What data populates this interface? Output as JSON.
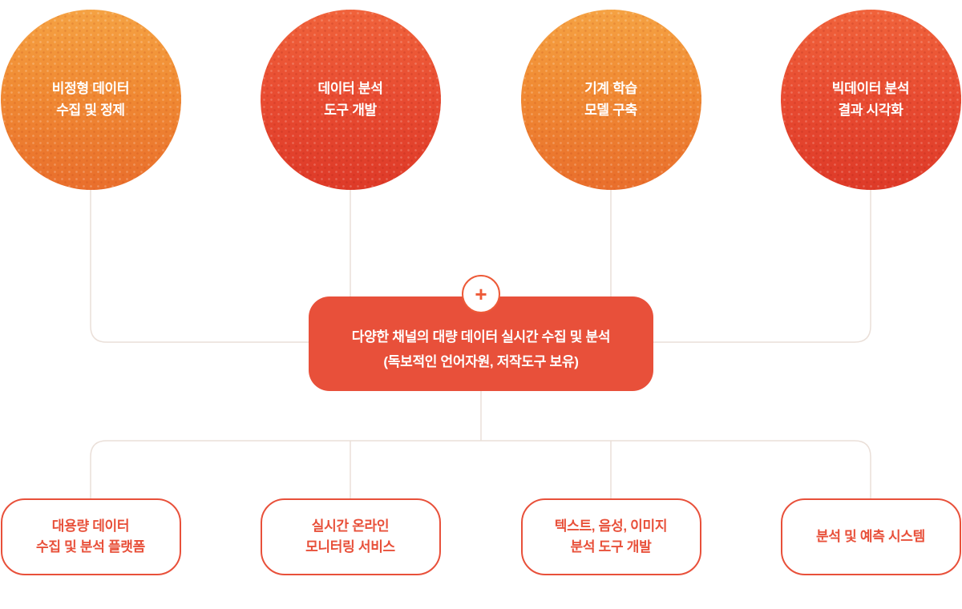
{
  "diagram": {
    "top_circles": [
      {
        "line1": "비정형 데이터",
        "line2": "수집 및 정제"
      },
      {
        "line1": "데이터 분석",
        "line2": "도구 개발"
      },
      {
        "line1": "기계 학습",
        "line2": "모델 구축"
      },
      {
        "line1": "빅데이터 분석",
        "line2": "결과 시각화"
      }
    ],
    "center_box": {
      "plus_icon": "+",
      "line1": "다양한 채널의 대량 데이터 실시간 수집 및 분석",
      "line2": "(독보적인 언어자원, 저작도구 보유)"
    },
    "bottom_boxes": [
      {
        "line1": "대용량 데이터",
        "line2": "수집 및 분석 플랫폼"
      },
      {
        "line1": "실시간 온라인",
        "line2": "모니터링 서비스"
      },
      {
        "line1": "텍스트, 음성, 이미지",
        "line2": "분석 도구 개발"
      },
      {
        "line1": "분석 및 예측 시스템",
        "line2": ""
      }
    ],
    "colors": {
      "circle_orange": "#F08A33",
      "circle_red": "#E84B31",
      "center_box": "#E8503A",
      "connector_line": "#EADFD8"
    }
  }
}
